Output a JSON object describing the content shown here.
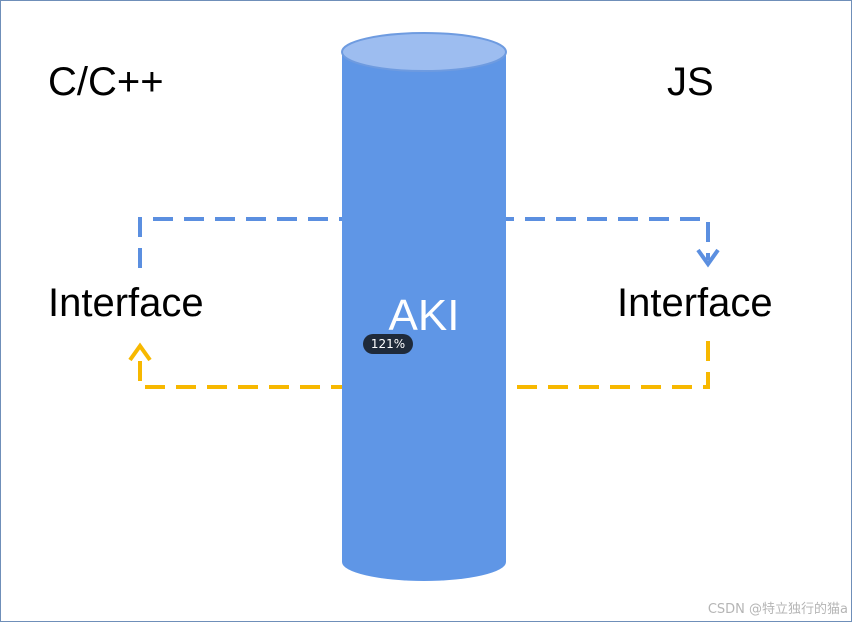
{
  "labels": {
    "left_language": "C/C++",
    "right_language": "JS",
    "left_interface": "Interface",
    "right_interface": "Interface",
    "bridge": "AKI"
  },
  "zoom": "121%",
  "watermark": "CSDN @特立独行的猫a",
  "colors": {
    "cylinder_body": "#5f96e6",
    "cylinder_top": "#9dbdf0",
    "cylinder_outline": "#6e9be0",
    "call_arrow": "#5b8fe0",
    "return_arrow": "#f7b800",
    "frame": "#6f8fb9"
  }
}
